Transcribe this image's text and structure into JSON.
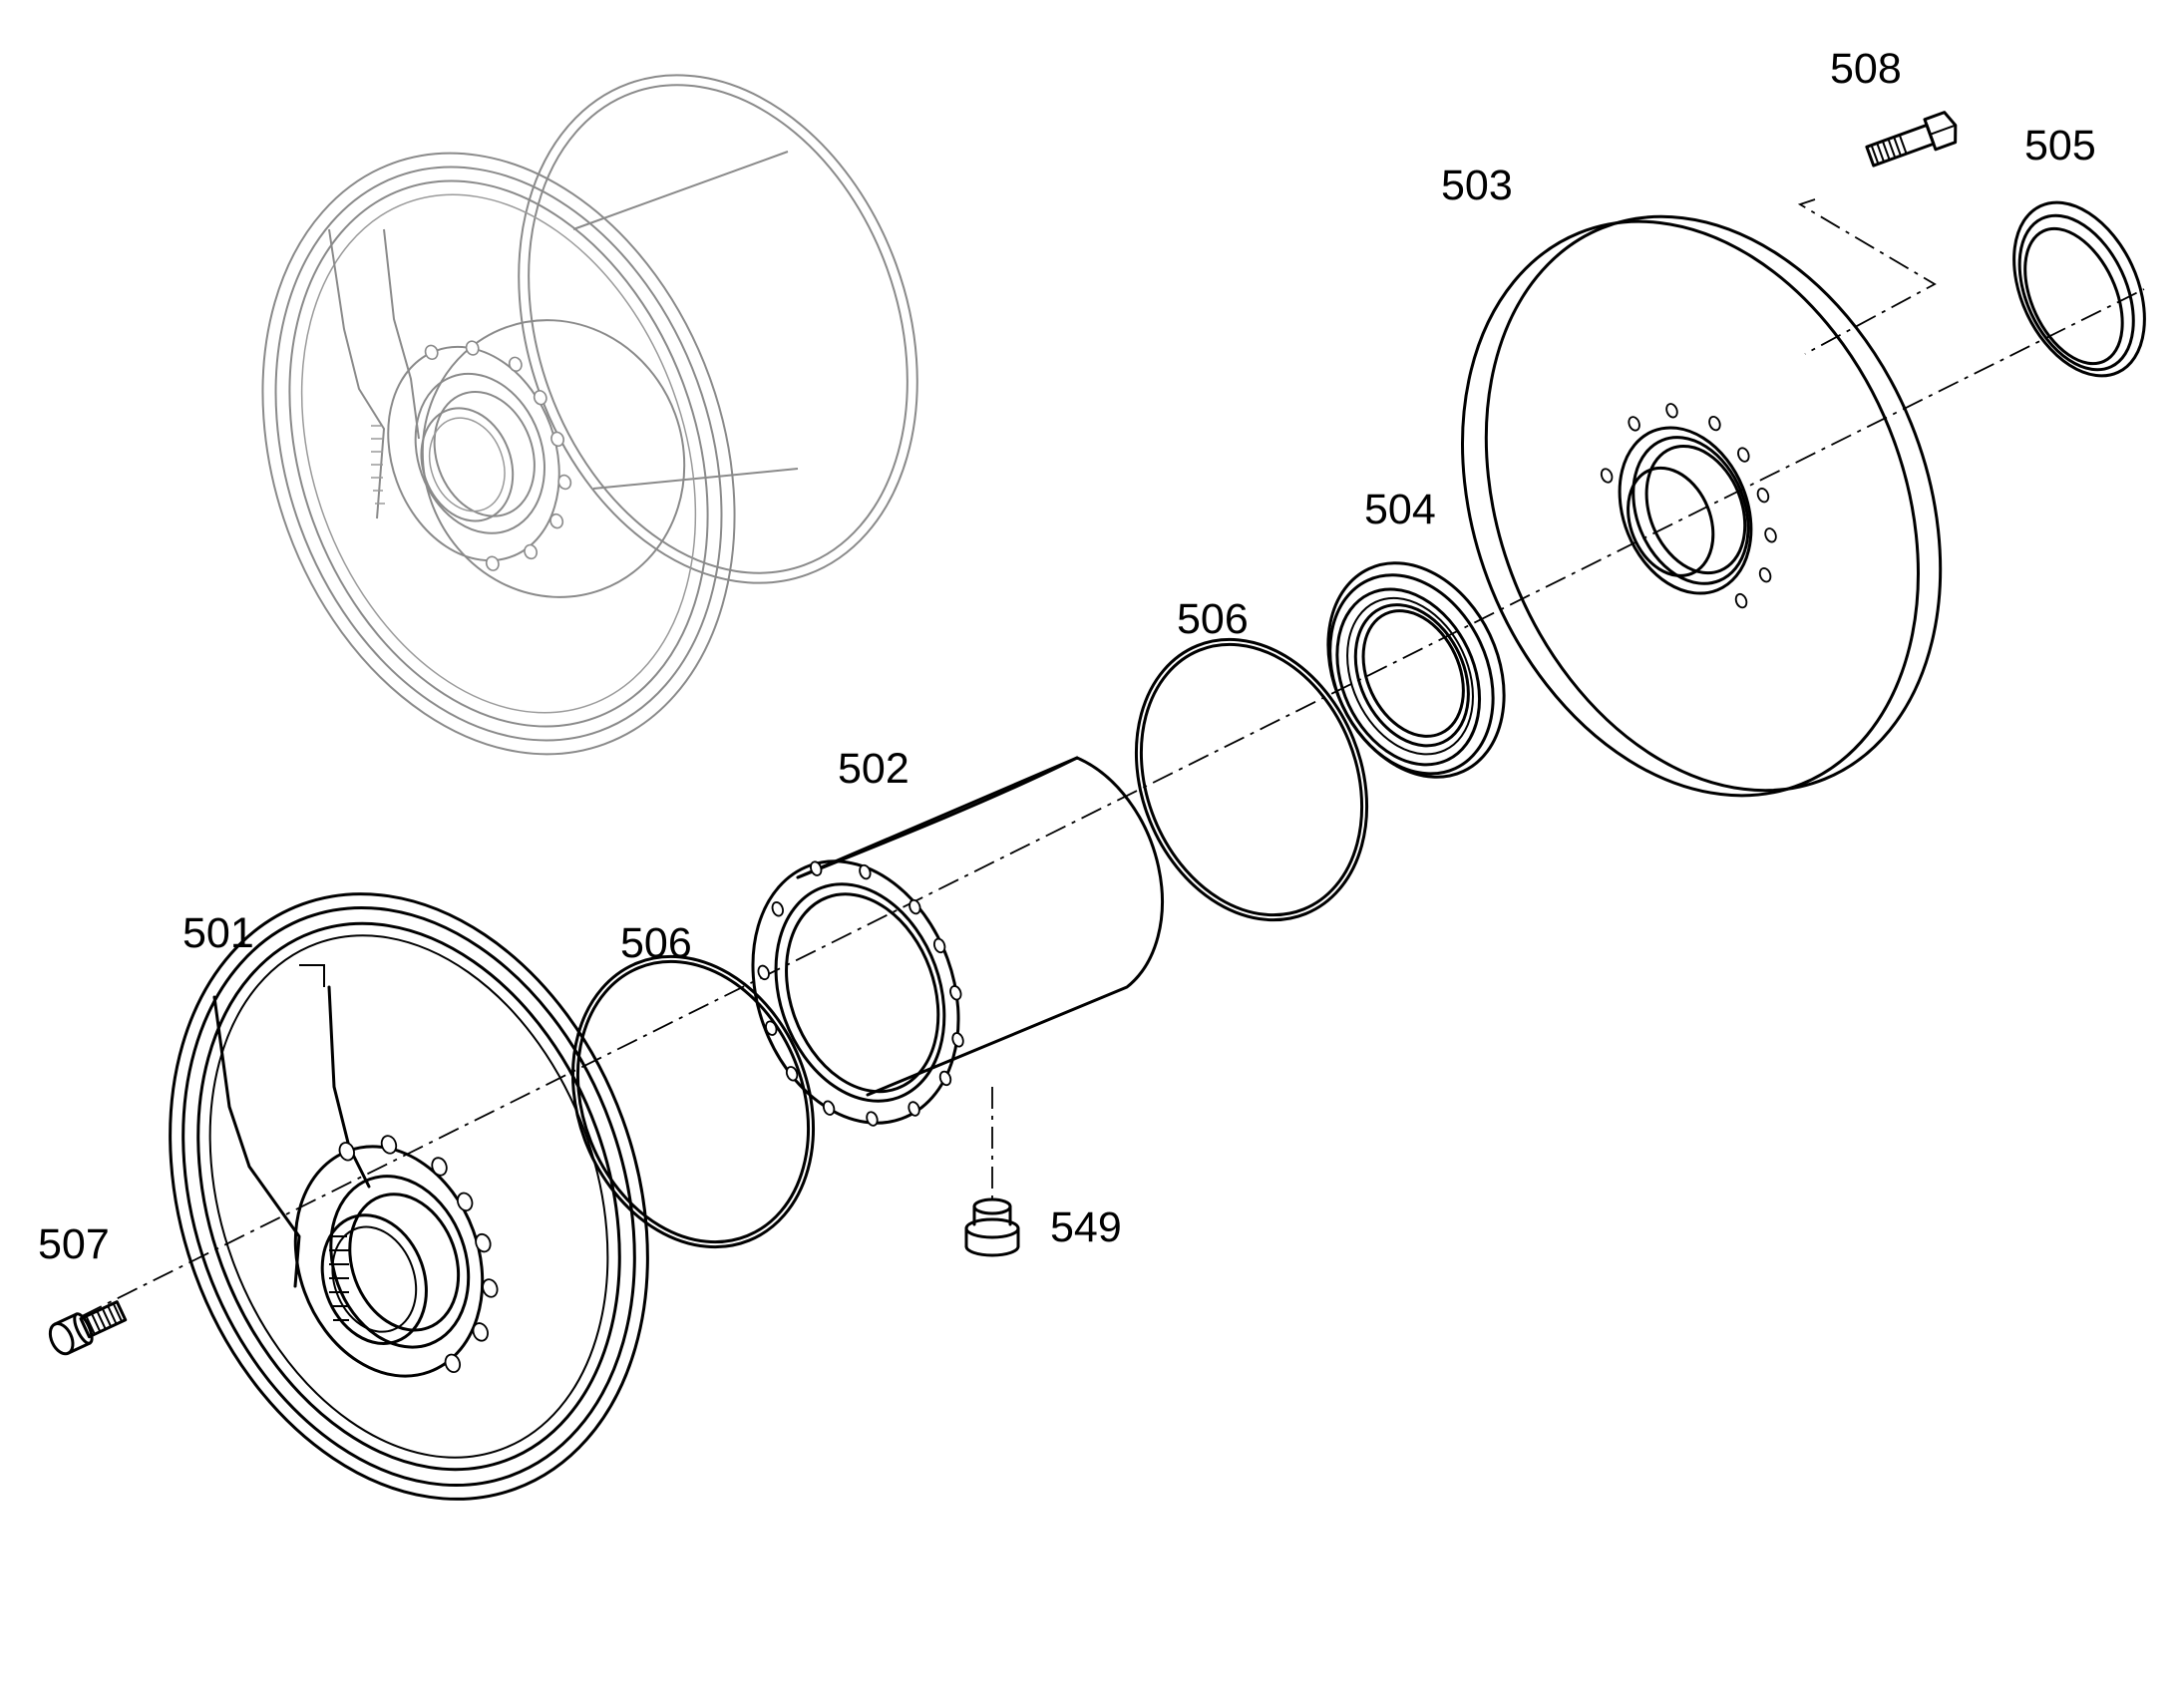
{
  "callouts": {
    "p501": "501",
    "p502": "502",
    "p503": "503",
    "p504": "504",
    "p505": "505",
    "p506a": "506",
    "p506b": "506",
    "p507": "507",
    "p508": "508",
    "p549": "549"
  }
}
